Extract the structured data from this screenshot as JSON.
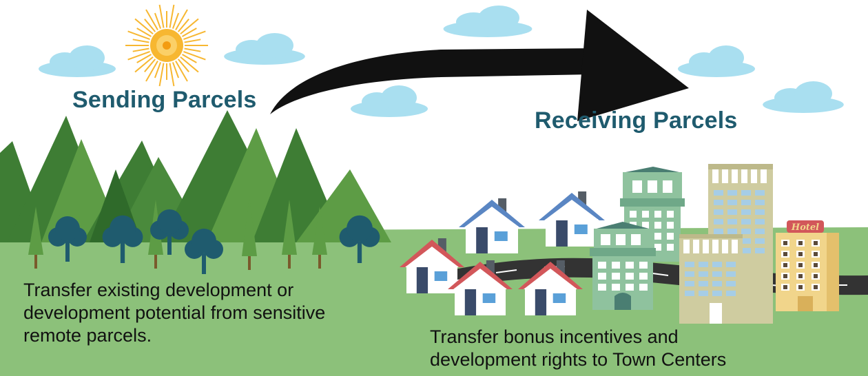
{
  "sending": {
    "title": "Sending Parcels",
    "description": [
      "Transfer existing development or",
      "development potential from sensitive",
      "remote parcels."
    ]
  },
  "receiving": {
    "title": "Receiving Parcels",
    "description": [
      "Transfer bonus incentives and",
      "development rights to Town Centers"
    ]
  },
  "hotel_sign": "Hotel",
  "colors": {
    "sky": "#ffffff",
    "cloud": "#a9dff0",
    "sun": "#f7b731",
    "ground": "#8cc17a",
    "tree_dark": "#3e7d34",
    "tree_light": "#5d9c45",
    "round_tree": "#1f5b6e",
    "arrow": "#111111",
    "heading_text": "#1f5b6e",
    "house_roof_blue": "#5a86c3",
    "house_roof_red": "#d2575a",
    "building_green": "#8fc29e",
    "building_khaki": "#cfcca0",
    "hotel": "#f1d58b",
    "road": "#333333"
  }
}
